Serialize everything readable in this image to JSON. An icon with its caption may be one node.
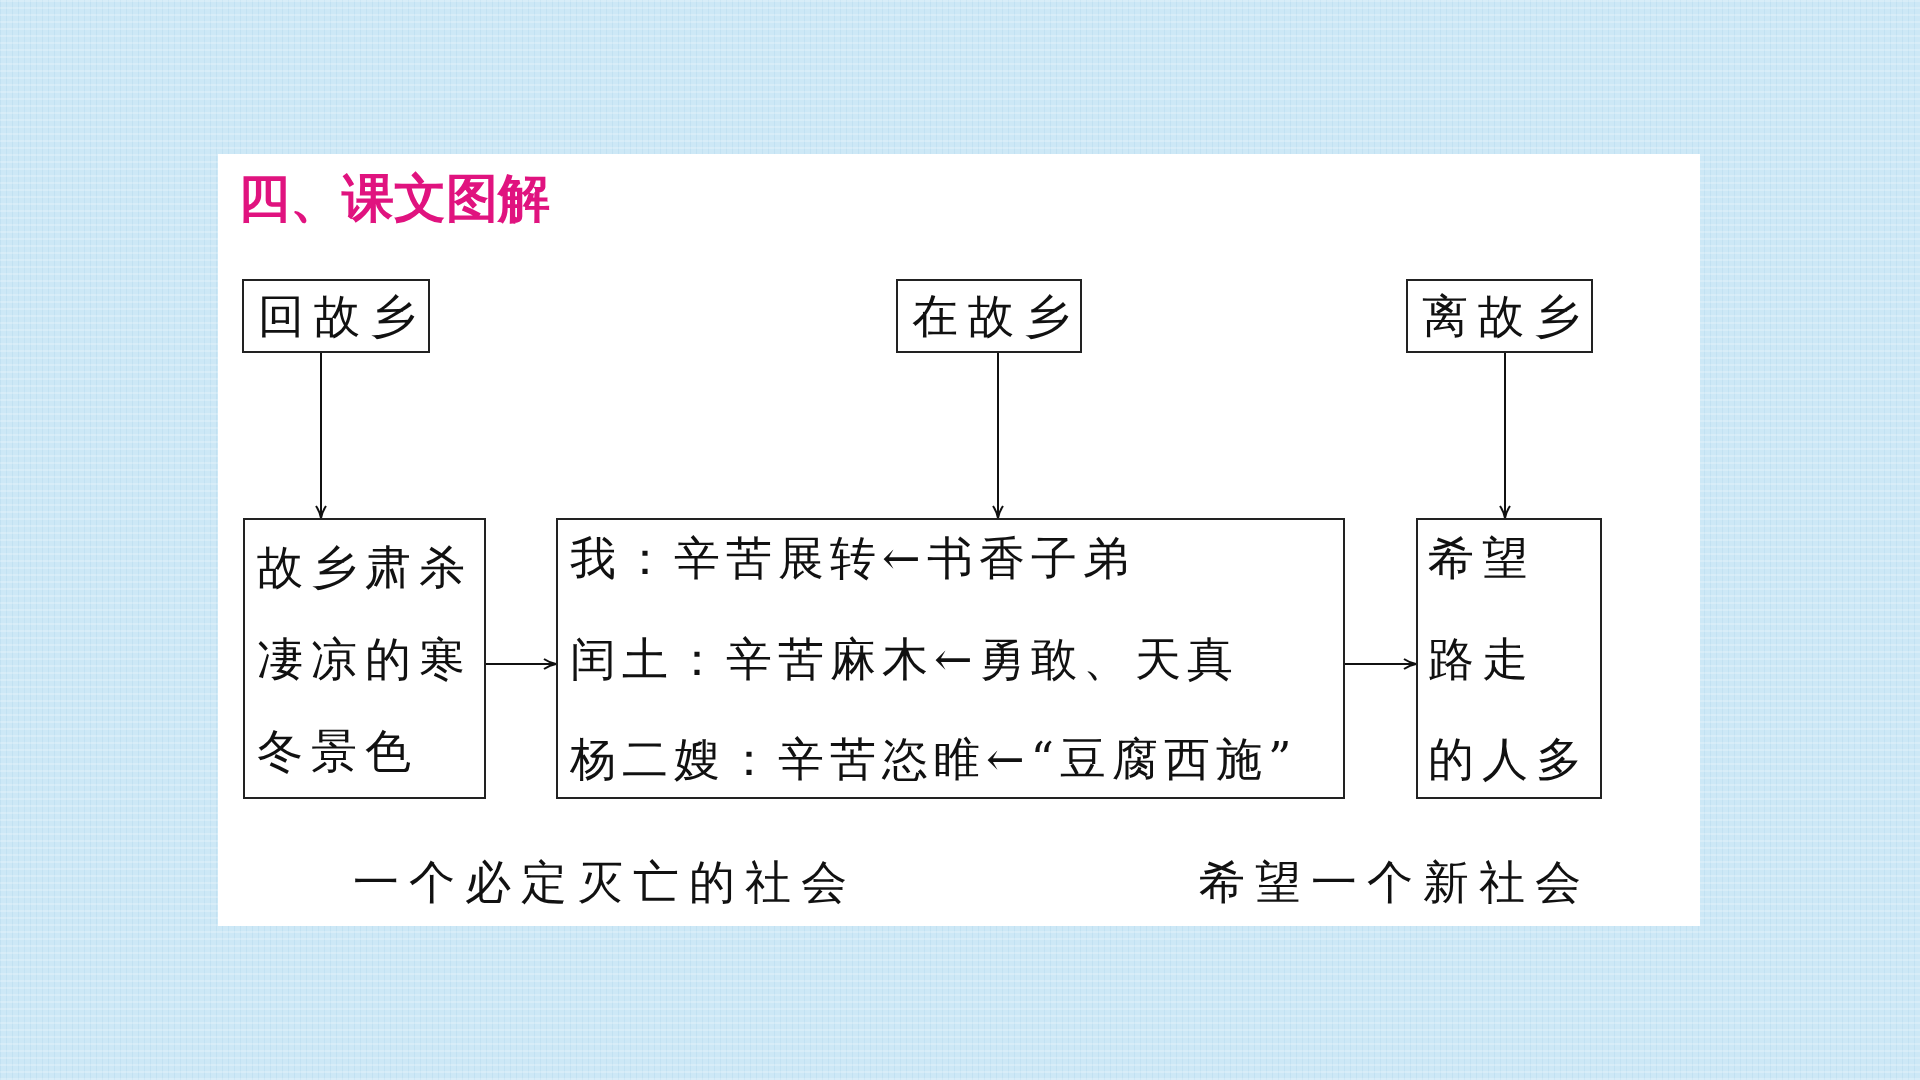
{
  "diagram": {
    "title": "四、课文图解",
    "nodes": [
      {
        "text": [
          "回故乡"
        ]
      },
      {
        "text": [
          "在故乡"
        ]
      },
      {
        "text": [
          "离故乡"
        ]
      },
      {
        "text": [
          "故乡肃杀凄凉的寒冬景色"
        ]
      },
      {
        "text": [
          "我：辛苦展转←书香子弟",
          "闰土：辛苦麻木←勇敢、天真",
          "杨二嫂：辛苦恣睢←“豆腐西施”"
        ]
      },
      {
        "text": [
          "希望",
          "路走",
          "的人多"
        ]
      }
    ],
    "edges": [
      {
        "from": 0,
        "to": 3,
        "arrow": "to"
      },
      {
        "from": 1,
        "to": 4,
        "arrow": "to"
      },
      {
        "from": 2,
        "to": 5,
        "arrow": "to"
      },
      {
        "from": 3,
        "to": 4,
        "arrow": "to"
      },
      {
        "from": 4,
        "to": 5,
        "arrow": "to"
      }
    ],
    "labels": [
      "一个必定灭亡的社会",
      "希望一个新社会"
    ]
  }
}
